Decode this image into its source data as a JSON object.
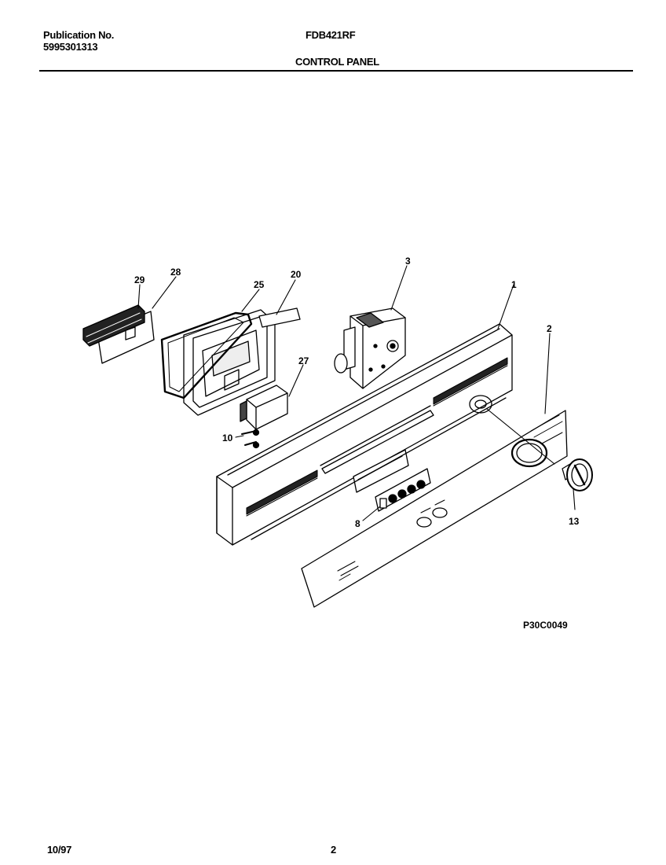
{
  "header": {
    "publication_label": "Publication No.",
    "publication_number": "5995301313",
    "model": "FDB421RF",
    "section_title": "CONTROL PANEL"
  },
  "diagram": {
    "callouts": {
      "c29": "29",
      "c28": "28",
      "c25": "25",
      "c20": "20",
      "c3": "3",
      "c1": "1",
      "c2": "2",
      "c27": "27",
      "c10": "10",
      "c8": "8",
      "c13": "13"
    },
    "drawing_code": "P30C0049"
  },
  "footer": {
    "date": "10/97",
    "page": "2"
  }
}
